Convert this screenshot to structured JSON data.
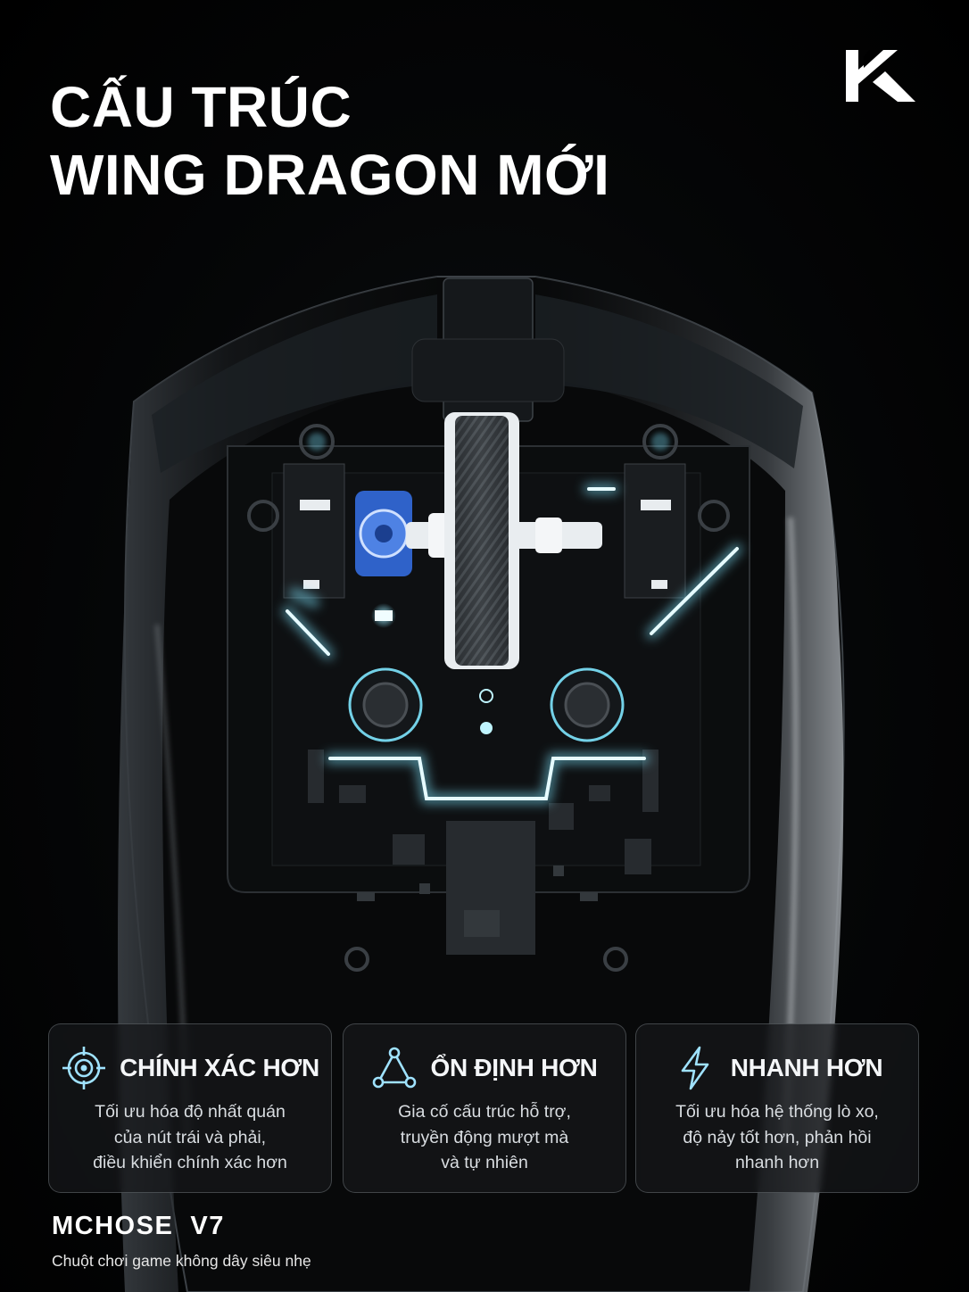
{
  "title": {
    "line1": "CẤU TRÚC",
    "line2": "WING DRAGON MỚI"
  },
  "logo": {
    "icon": "brand-k-logo-icon",
    "color": "#ffffff"
  },
  "colors": {
    "accent_glow": "#7fe6ff",
    "background": "#000000",
    "wheel_blue": "#2f62c9"
  },
  "features": [
    {
      "icon": "target-crosshair-icon",
      "title": "CHÍNH XÁC HƠN",
      "desc": [
        "Tối ưu hóa độ nhất quán",
        "của nút trái và phải,",
        "điều khiển chính xác hơn"
      ]
    },
    {
      "icon": "triangle-nodes-icon",
      "title": "ỔN ĐỊNH HƠN",
      "desc": [
        "Gia cố cấu trúc hỗ trợ,",
        "truyền động mượt mà",
        "và tự nhiên"
      ]
    },
    {
      "icon": "lightning-bolt-icon",
      "title": "NHANH HƠN",
      "desc": [
        "Tối ưu hóa hệ thống lò xo,",
        "độ nảy tốt hơn, phản hồi",
        "nhanh hơn"
      ]
    }
  ],
  "brand": {
    "name": "MCHOSE  V7",
    "tagline": "Chuột chơi game không dây siêu nhẹ"
  }
}
